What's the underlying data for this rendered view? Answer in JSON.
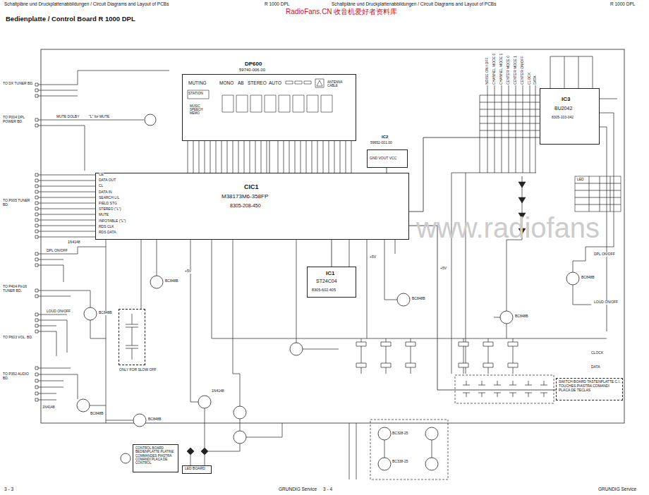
{
  "diagram": {
    "title": "Bedienplatte / Control Board R 1000 DPL",
    "nodes": [
      {
        "text": [
          "DP600",
          "59740-006.00",
          "MUTING",
          "MONO",
          "AB",
          "STEREO",
          "AUTO",
          "STATION",
          "MUSIC SPEECH MEMO",
          "ANTENNA CABLE"
        ]
      },
      {
        "text": [
          "IC2",
          "59652-001.00",
          "GND VOUT VCC"
        ]
      },
      {
        "text": [
          "IC3",
          "BU2042",
          "8305-103-042"
        ]
      },
      {
        "text": [
          "CIC1",
          "M38173M6-358FP",
          "8305-208-450"
        ]
      },
      {
        "text": [
          "IC1",
          "ST24C04",
          "8305-602.405"
        ]
      },
      {
        "text": [
          "ONLY FOR SLOW OFF"
        ]
      },
      {
        "text": [
          "SWITCH BOARD TASTENPLATTE C.I. TOUCHES PIASTRA COMANDI PLACA DE TECLAS"
        ]
      },
      {
        "text": [
          "CONTROL BOARD BEDIENPLATTE PLATINE COMMANDES PIASTRA COMANDI PLACA DE CONTROL"
        ]
      },
      {
        "text": [
          "LED BOARD"
        ]
      }
    ],
    "edges": [
      {
        "from": 0,
        "to": 3,
        "arrow": "none"
      },
      {
        "from": 1,
        "to": 3,
        "arrow": "none"
      },
      {
        "from": 2,
        "to": 3,
        "arrow": "none"
      },
      {
        "from": 3,
        "to": 4,
        "arrow": "none"
      },
      {
        "from": 6,
        "to": 3,
        "arrow": "none"
      }
    ],
    "labels": [
      "Schaltpläne und Druckplattenabbildungen / Circuit Diagrams and Layout of PCBs",
      "R 1000 DPL",
      "Schaltpläne und Druckplattenabbildungen / Circuit Diagrams and Layout of PCBs",
      "R 1000 DPL",
      "RadioFans.CN 收音机爱好者资料库",
      "3 - 3",
      "GRUNDIG Service",
      "3 - 4",
      "GRUNDIG Service",
      "www.radiofans",
      "TO DX TUNER BD.",
      "TO P004 DPL POWER BD.",
      "MUTE DOLBY",
      "\"L\" for MUTE",
      "TO P005 TUNER BD.",
      "DPL ON/OFF",
      "TO P404 Pin16 TUNER BD.",
      "LOUD ON/OFF",
      "TO P603 VOL. BD.",
      "TO P352 AUDIO BD.",
      "CE",
      "DATA OUT",
      "CL",
      "DATA IN",
      "SEARCH L/L",
      "FIELD STG",
      "STEREO (\"L\")",
      "MUTE",
      "INFOTABLE (\"L\")",
      "RDS CLK",
      "RDS DATA",
      "DPL ON/OFF",
      "LOUD ON/OFF",
      "CLOCK",
      "DATA",
      "NOISE ON / OFF",
      "CHANNEL MODE 0",
      "CHANNEL MODE 1",
      "CENTER MODE 0",
      "CENTER MODE 1",
      "CENTER ON/OFF",
      "CLOCK",
      "DATA",
      "BC848B",
      "BC848B",
      "BC848B",
      "BC848B",
      "BC848B",
      "BC848B",
      "BC848B",
      "1N4148",
      "1N4148",
      "1N4148",
      "+5V",
      "+5V",
      "+5V",
      "LED",
      "BC328-25",
      "BC338-25"
    ]
  }
}
